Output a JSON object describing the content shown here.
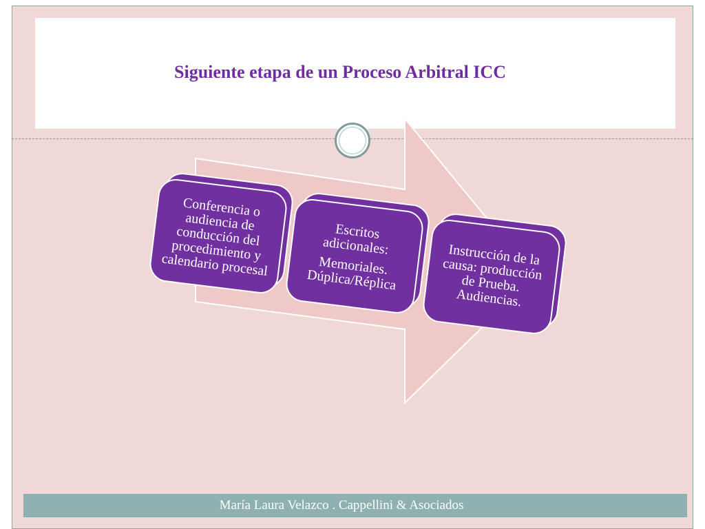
{
  "slide": {
    "title": "Siguiente etapa de un Proceso Arbitral ICC",
    "steps": [
      {
        "lines": [
          "Conferencia o",
          "audiencia de",
          "conducción del",
          "procedimiento y",
          "calendario procesal"
        ]
      },
      {
        "lines": [
          "Escritos",
          "adicionales:"
        ],
        "sub_lines": [
          "Memoriales.",
          "Dúplica/Réplica"
        ]
      },
      {
        "lines": [
          "Instrucción de la",
          "causa: producción",
          "de Prueba.",
          "Audiencias."
        ]
      }
    ],
    "footer": "María Laura Velazco .  Cappellini & Asociados"
  },
  "colors": {
    "background": "#f0d8d6",
    "accent": "#7030a0",
    "title": "#6f2da0",
    "footer_bar": "#8fb0b0",
    "arrow": "#efc9c7"
  }
}
